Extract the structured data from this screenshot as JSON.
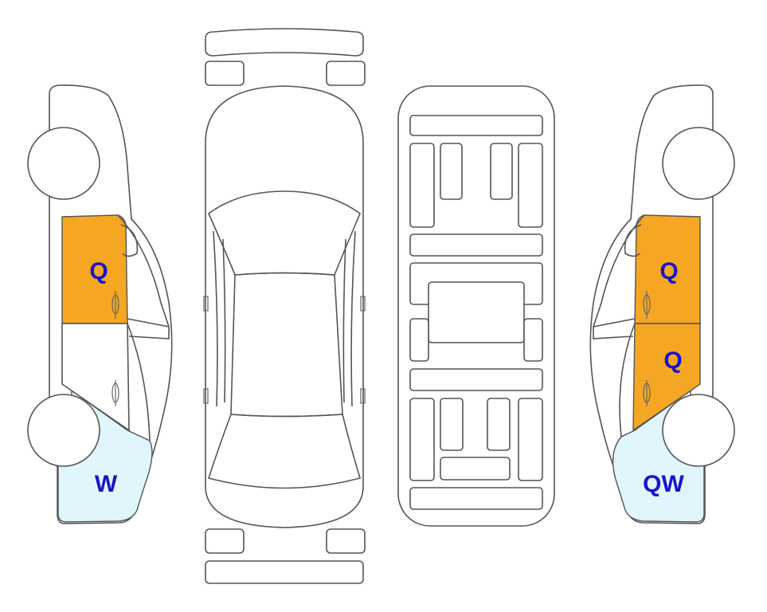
{
  "colors": {
    "scratch_orange": "#F5A623",
    "light_blue": "#E0F5FC",
    "label_blue": "#1A14C8",
    "outline": "#555555"
  },
  "marks": {
    "left_front_door": "Q",
    "left_rear_quarter": "W",
    "right_front_door": "Q",
    "right_rear_door": "Q",
    "right_rear_quarter": "QW"
  }
}
